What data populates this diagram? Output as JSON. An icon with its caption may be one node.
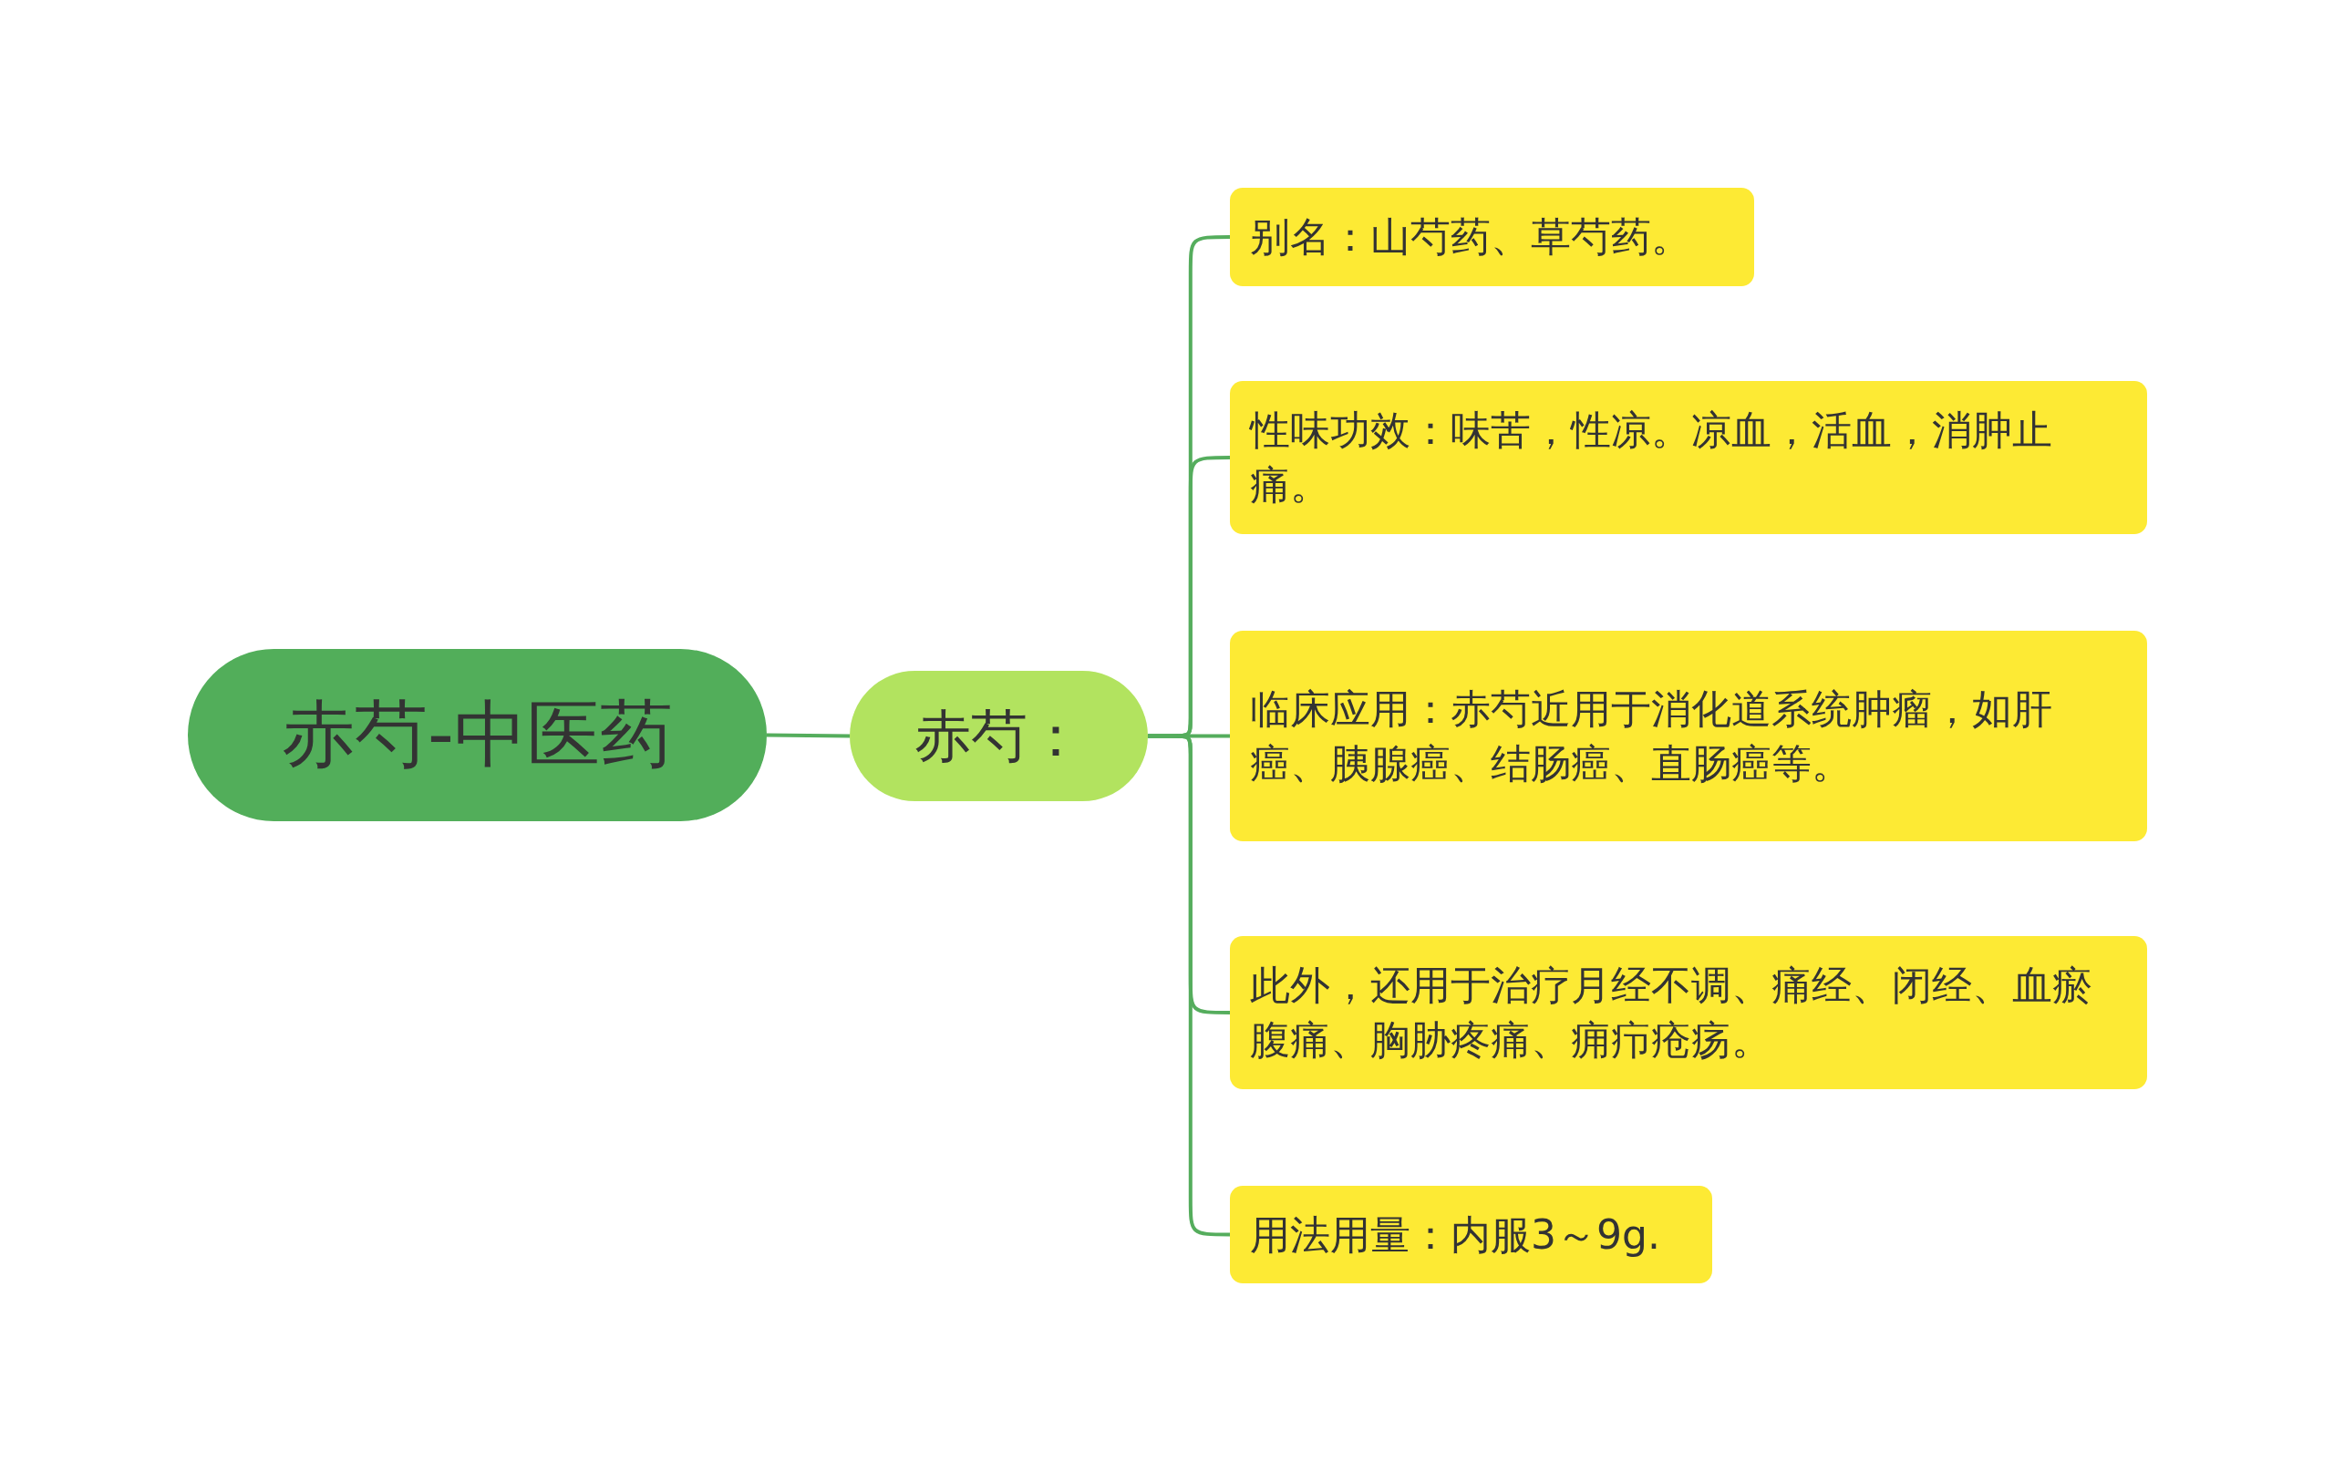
{
  "diagram": {
    "nodes": [
      {
        "text": [
          "赤芍-中医药"
        ]
      },
      {
        "text": [
          "赤芍："
        ]
      },
      {
        "text": [
          "别名：山芍药、草芍药。"
        ]
      },
      {
        "text": [
          "性味功效：味苦，性凉。凉血，活血，消肿止痛。"
        ]
      },
      {
        "text": [
          "临床应用：赤芍近用于消化道系统肿瘤，如肝癌、胰腺癌、结肠癌、直肠癌等。"
        ]
      },
      {
        "text": [
          "此外，还用于治疗月经不调、痛经、闭经、血瘀腹痛、胸胁疼痛、痈疖疮疡。"
        ]
      },
      {
        "text": [
          "用法用量：内服3～9g."
        ]
      }
    ],
    "edges": [
      {
        "from": 0,
        "to": 1,
        "arrow": "none"
      },
      {
        "from": 1,
        "to": 2,
        "arrow": "none"
      },
      {
        "from": 1,
        "to": 3,
        "arrow": "none"
      },
      {
        "from": 1,
        "to": 4,
        "arrow": "none"
      },
      {
        "from": 1,
        "to": 5,
        "arrow": "none"
      },
      {
        "from": 1,
        "to": 6,
        "arrow": "none"
      }
    ]
  }
}
